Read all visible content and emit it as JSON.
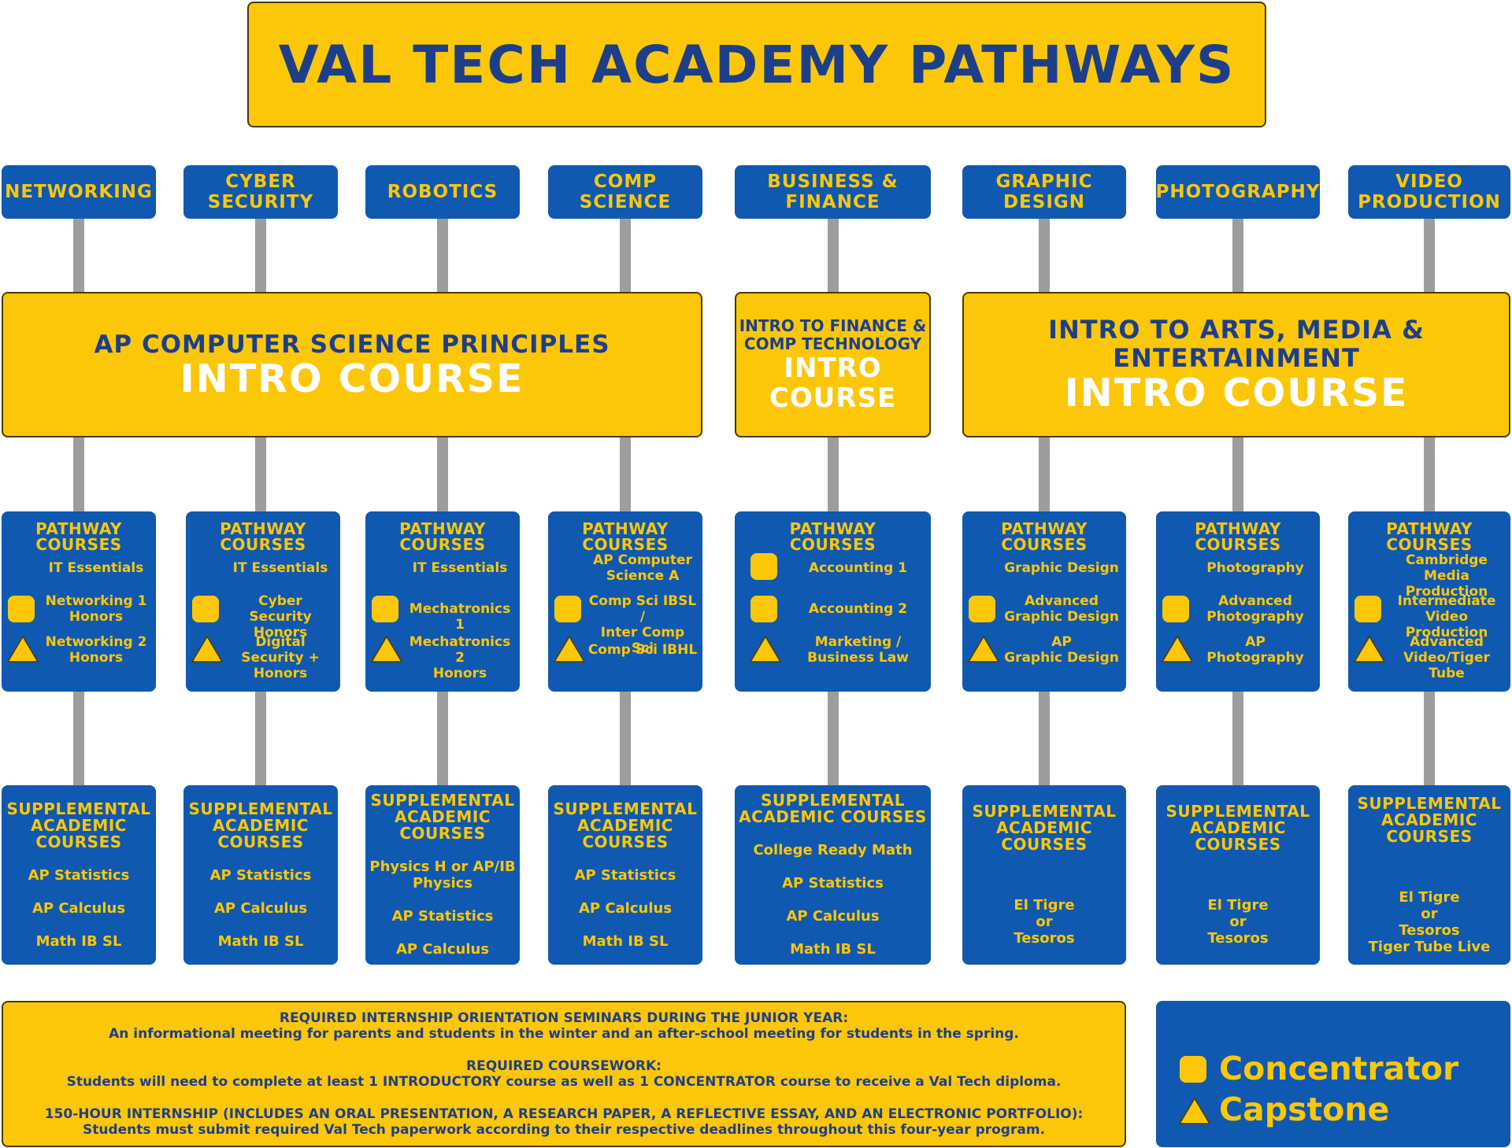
{
  "title": "VAL TECH ACADEMY PATHWAYS",
  "categories": [
    {
      "line1": "NETWORKING",
      "line2": ""
    },
    {
      "line1": "CYBER",
      "line2": "SECURITY"
    },
    {
      "line1": "ROBOTICS",
      "line2": ""
    },
    {
      "line1": "COMP",
      "line2": "SCIENCE"
    },
    {
      "line1": "BUSINESS &",
      "line2": "FINANCE"
    },
    {
      "line1": "GRAPHIC",
      "line2": "DESIGN"
    },
    {
      "line1": "PHOTOGRAPHY",
      "line2": ""
    },
    {
      "line1": "VIDEO",
      "line2": "PRODUCTION"
    }
  ],
  "intro": [
    {
      "line1": "AP COMPUTER SCIENCE PRINCIPLES",
      "line2": "",
      "big1": "INTRO COURSE",
      "big2": ""
    },
    {
      "line1": "INTRO TO FINANCE &",
      "line2": "COMP TECHNOLOGY",
      "big1": "INTRO",
      "big2": "COURSE"
    },
    {
      "line1": "INTRO TO ARTS, MEDIA &",
      "line2": "ENTERTAINMENT",
      "big1": "INTRO COURSE",
      "big2": ""
    }
  ],
  "pathway_header": {
    "line1": "PATHWAY",
    "line2": "COURSES"
  },
  "pathways": [
    {
      "c1": "IT Essentials",
      "c2": "Networking 1\nHonors",
      "c3": "Networking 2\nHonors"
    },
    {
      "c1": "IT Essentials",
      "c2": "Cyber Security\nHonors",
      "c3": "Digital Security +\nHonors"
    },
    {
      "c1": "IT Essentials",
      "c2": "Mechatronics 1",
      "c3": "Mechatronics 2\nHonors"
    },
    {
      "c1": "AP Computer\nScience A",
      "c2": "Comp Sci IBSL /\nInter Comp Sci",
      "c3": "Comp Sci IBHL"
    },
    {
      "c1": "Accounting 1",
      "c2": "Accounting 2",
      "c3": "Marketing /\nBusiness Law"
    },
    {
      "c1": "Graphic Design",
      "c2": "Advanced\nGraphic Design",
      "c3": "AP\nGraphic Design"
    },
    {
      "c1": "Photography",
      "c2": "Advanced\nPhotography",
      "c3": "AP\nPhotography"
    },
    {
      "c1": "Cambridge Media\nProduction",
      "c2": "Intermediate\nVideo Production",
      "c3": "Advanced\nVideo/Tiger Tube"
    }
  ],
  "supplemental": [
    {
      "header": "SUPPLEMENTAL\nACADEMIC\nCOURSES",
      "items": [
        "AP Statistics",
        "AP Calculus",
        "Math IB SL"
      ]
    },
    {
      "header": "SUPPLEMENTAL\nACADEMIC\nCOURSES",
      "items": [
        "AP Statistics",
        "AP Calculus",
        "Math IB SL"
      ]
    },
    {
      "header": "SUPPLEMENTAL\nACADEMIC\nCOURSES",
      "items": [
        "Physics H or AP/IB\nPhysics",
        "AP Statistics",
        "AP Calculus"
      ]
    },
    {
      "header": "SUPPLEMENTAL\nACADEMIC\nCOURSES",
      "items": [
        "AP Statistics",
        "AP Calculus",
        "Math IB SL"
      ]
    },
    {
      "header": "SUPPLEMENTAL\nACADEMIC COURSES",
      "items": [
        "College Ready Math",
        "AP Statistics",
        "AP Calculus",
        "Math IB SL"
      ]
    },
    {
      "header": "SUPPLEMENTAL\nACADEMIC\nCOURSES",
      "items": [
        "El Tigre\nor\nTesoros"
      ]
    },
    {
      "header": "SUPPLEMENTAL\nACADEMIC\nCOURSES",
      "items": [
        "El Tigre\nor\nTesoros"
      ]
    },
    {
      "header": "SUPPLEMENTAL\nACADEMIC\nCOURSES",
      "items": [
        "El Tigre\nor\nTesoros\nTiger Tube Live"
      ]
    }
  ],
  "notes": {
    "h1": "REQUIRED INTERNSHIP ORIENTATION SEMINARS DURING THE JUNIOR YEAR:",
    "t1": "An informational meeting for parents and students in the winter and an after-school meeting for students in the spring.",
    "h2": "REQUIRED COURSEWORK:",
    "t2": "Students will need to complete at least 1 INTRODUCTORY course as well as 1 CONCENTRATOR course to receive a Val Tech diploma.",
    "h3": "150-HOUR INTERNSHIP (INCLUDES AN ORAL PRESENTATION, A RESEARCH PAPER, A REFLECTIVE ESSAY, AND AN ELECTRONIC PORTFOLIO):",
    "t3": "Students must submit required Val Tech paperwork according to their respective deadlines throughout this four-year program."
  },
  "legend": {
    "concentrator": "Concentrator",
    "capstone": "Capstone"
  },
  "colors": {
    "yellow": "#FCC709",
    "blue": "#1059B0",
    "navy": "#1d3f8a",
    "connector": "#9d9d9d"
  }
}
